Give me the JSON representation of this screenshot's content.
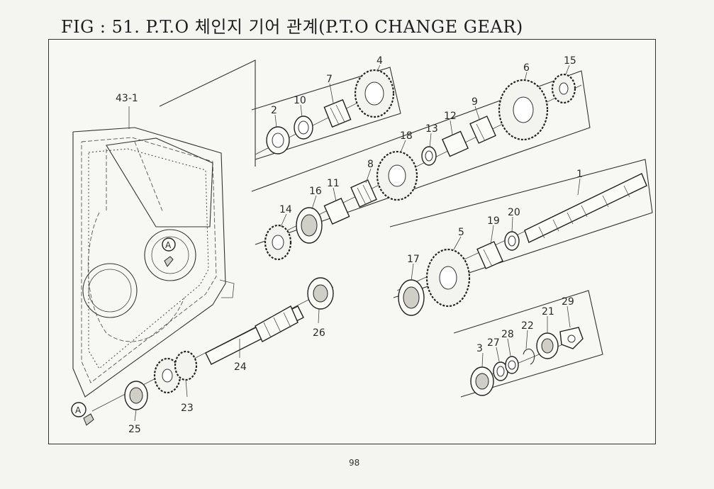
{
  "figure": {
    "title": "FIG : 51. P.T.O 체인지 기어 관계(P.T.O CHANGE GEAR)",
    "page_number": "98",
    "marker_label": "A"
  },
  "callouts": {
    "p43_1": "43-1",
    "p1": "1",
    "p2": "2",
    "p3": "3",
    "p4": "4",
    "p5": "5",
    "p6": "6",
    "p7": "7",
    "p8": "8",
    "p9": "9",
    "p10": "10",
    "p11": "11",
    "p12": "12",
    "p13": "13",
    "p14": "14",
    "p15": "15",
    "p16": "16",
    "p17": "17",
    "p18": "18",
    "p19": "19",
    "p20": "20",
    "p21": "21",
    "p22": "22",
    "p23": "23",
    "p24": "24",
    "p25": "25",
    "p26": "26",
    "p27": "27",
    "p28": "28",
    "p29": "29"
  }
}
